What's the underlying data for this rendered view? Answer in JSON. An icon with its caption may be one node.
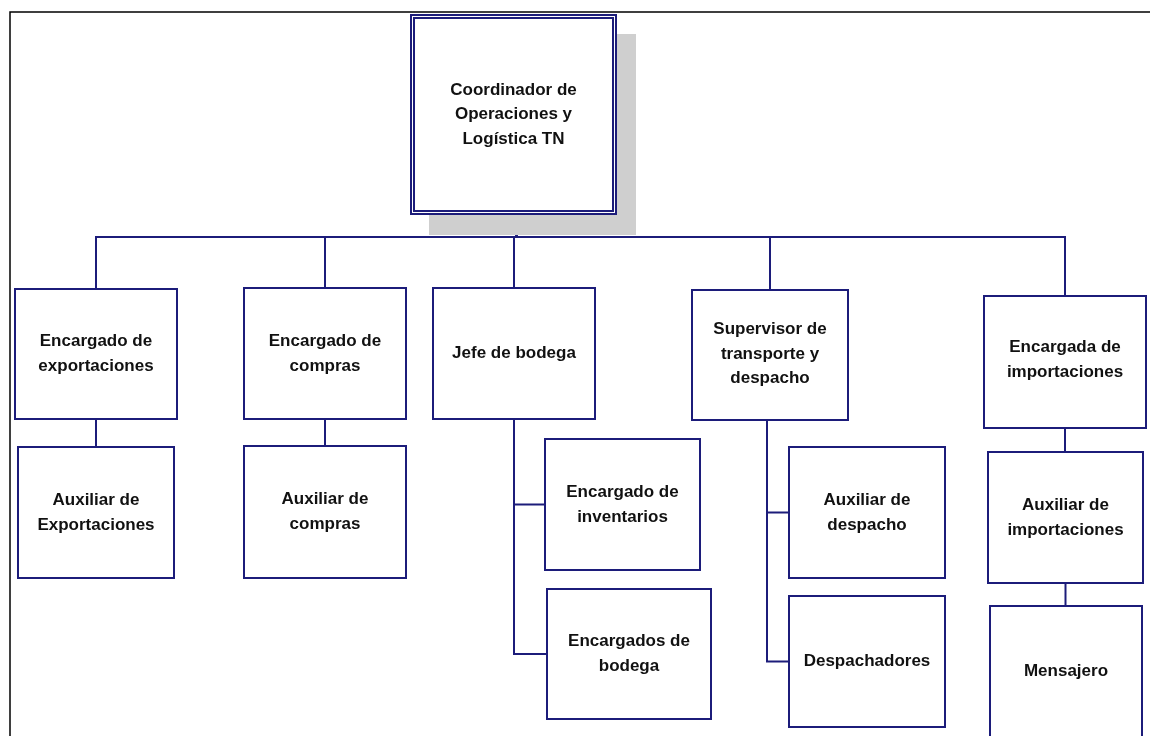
{
  "diagram": {
    "nodes": [
      {
        "text": [
          "Coordinador de Operaciones y Logística TN"
        ]
      },
      {
        "text": [
          "Encargado de exportaciones"
        ]
      },
      {
        "text": [
          "Auxiliar de Exportaciones"
        ]
      },
      {
        "text": [
          "Encargado de compras"
        ]
      },
      {
        "text": [
          "Auxiliar de compras"
        ]
      },
      {
        "text": [
          "Jefe de bodega"
        ]
      },
      {
        "text": [
          "Encargado de inventarios"
        ]
      },
      {
        "text": [
          "Encargados de bodega"
        ]
      },
      {
        "text": [
          "Supervisor de transporte y despacho"
        ]
      },
      {
        "text": [
          "Auxiliar de despacho"
        ]
      },
      {
        "text": [
          "Despachadores"
        ]
      },
      {
        "text": [
          "Encargada de importaciones"
        ]
      },
      {
        "text": [
          "Auxiliar de importaciones"
        ]
      },
      {
        "text": [
          "Mensajero"
        ]
      }
    ],
    "edges": [
      {
        "from": 0,
        "to": 1,
        "arrow": "none"
      },
      {
        "from": 0,
        "to": 3,
        "arrow": "none"
      },
      {
        "from": 0,
        "to": 5,
        "arrow": "none"
      },
      {
        "from": 0,
        "to": 8,
        "arrow": "none"
      },
      {
        "from": 0,
        "to": 11,
        "arrow": "none"
      },
      {
        "from": 1,
        "to": 2,
        "arrow": "none"
      },
      {
        "from": 3,
        "to": 4,
        "arrow": "none"
      },
      {
        "from": 5,
        "to": 6,
        "arrow": "none"
      },
      {
        "from": 5,
        "to": 7,
        "arrow": "none"
      },
      {
        "from": 8,
        "to": 9,
        "arrow": "none"
      },
      {
        "from": 8,
        "to": 10,
        "arrow": "none"
      },
      {
        "from": 11,
        "to": 12,
        "arrow": "none"
      },
      {
        "from": 12,
        "to": 13,
        "arrow": "none"
      }
    ]
  }
}
